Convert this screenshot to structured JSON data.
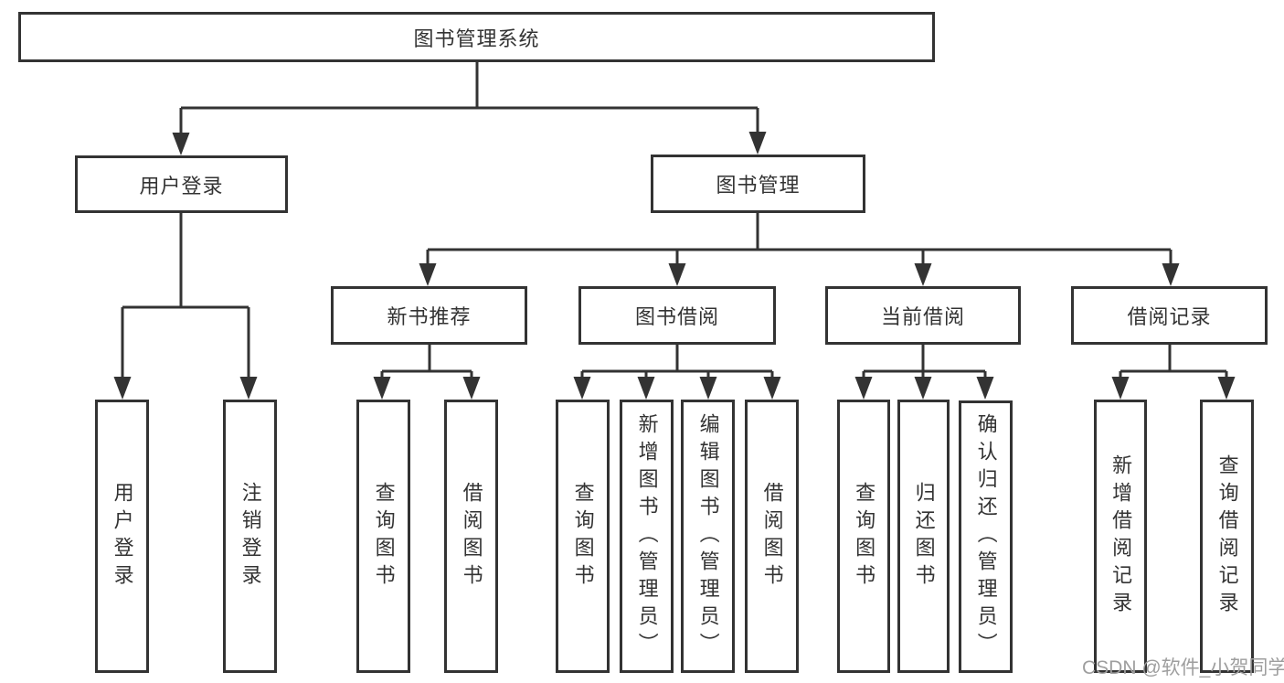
{
  "tree": {
    "root": {
      "label": "图书管理系统",
      "children": [
        "user_login",
        "book_mgmt"
      ]
    },
    "user_login": {
      "label": "用户登录",
      "children": [
        "leaf_user_login",
        "leaf_logout"
      ]
    },
    "book_mgmt": {
      "label": "图书管理",
      "children": [
        "new_book_rec",
        "book_borrow",
        "current_borrow",
        "borrow_records"
      ]
    },
    "new_book_rec": {
      "label": "新书推荐",
      "children": [
        "leaf_query_book_1",
        "leaf_borrow_book_1"
      ]
    },
    "book_borrow": {
      "label": "图书借阅",
      "children": [
        "leaf_query_book_2",
        "leaf_add_book",
        "leaf_edit_book",
        "leaf_borrow_book_2"
      ]
    },
    "current_borrow": {
      "label": "当前借阅",
      "children": [
        "leaf_query_book_3",
        "leaf_return_book",
        "leaf_confirm_return"
      ]
    },
    "borrow_records": {
      "label": "借阅记录",
      "children": [
        "leaf_add_record",
        "leaf_query_record"
      ]
    },
    "leaf_user_login": {
      "label": "用户登录"
    },
    "leaf_logout": {
      "label": "注销登录"
    },
    "leaf_query_book_1": {
      "label": "查询图书"
    },
    "leaf_borrow_book_1": {
      "label": "借阅图书"
    },
    "leaf_query_book_2": {
      "label": "查询图书"
    },
    "leaf_add_book": {
      "label": "新增图书（管理员）"
    },
    "leaf_edit_book": {
      "label": "编辑图书（管理员）"
    },
    "leaf_borrow_book_2": {
      "label": "借阅图书"
    },
    "leaf_query_book_3": {
      "label": "查询图书"
    },
    "leaf_return_book": {
      "label": "归还图书"
    },
    "leaf_confirm_return": {
      "label": "确认归还（管理员）"
    },
    "leaf_add_record": {
      "label": "新增借阅记录"
    },
    "leaf_query_record": {
      "label": "查询借阅记录"
    }
  },
  "watermark": {
    "text": "CSDN @软件_小贺同学"
  },
  "colors": {
    "line": "#333333",
    "box_border": "#333333",
    "box_background": "#ffffff",
    "text": "#333333",
    "watermark": "#9e9e9e",
    "page_background": "#ffffff"
  }
}
